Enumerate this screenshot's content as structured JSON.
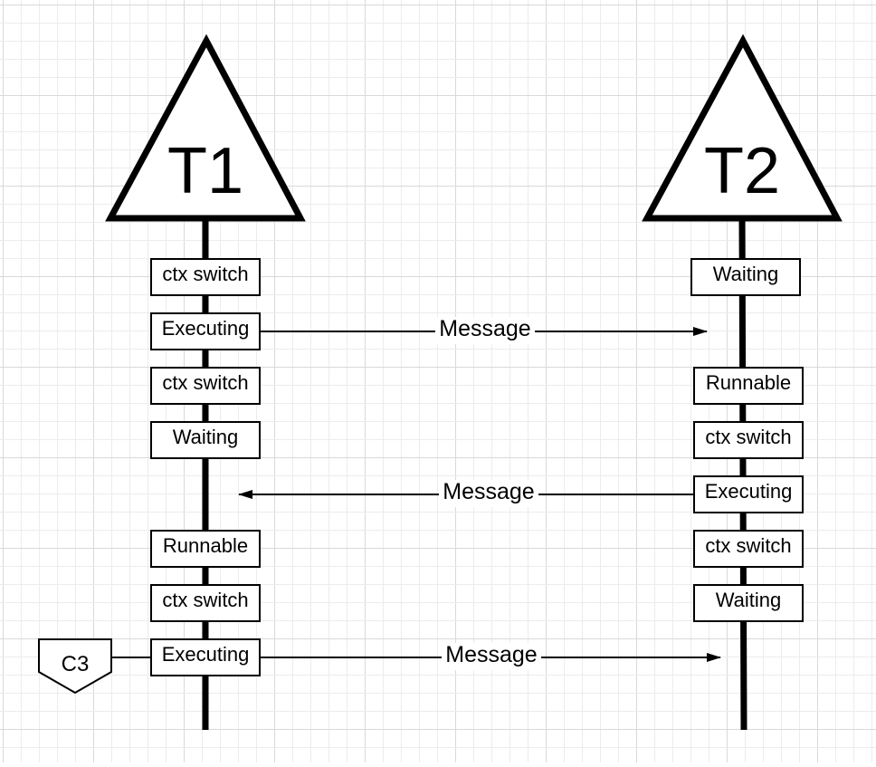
{
  "threads": [
    {
      "id": "t1",
      "label": "T1",
      "states": [
        "ctx switch",
        "Executing",
        "ctx switch",
        "Waiting",
        "",
        "Runnable",
        "ctx switch",
        "Executing"
      ]
    },
    {
      "id": "t2",
      "label": "T2",
      "states": [
        "Waiting",
        "",
        "Runnable",
        "ctx switch",
        "Executing",
        "ctx switch",
        "Waiting",
        ""
      ]
    }
  ],
  "messages": [
    {
      "label": "Message",
      "from": "T1",
      "to": "T2",
      "from_state": "Executing"
    },
    {
      "label": "Message",
      "from": "T2",
      "to": "T1",
      "from_state": "Executing"
    },
    {
      "label": "Message",
      "from": "T1",
      "to": "T2",
      "from_state": "Executing"
    }
  ],
  "connector": {
    "label": "C3"
  },
  "colors": {
    "line": "#000000",
    "background": "#ffffff",
    "grid": "#e6e6e6"
  }
}
